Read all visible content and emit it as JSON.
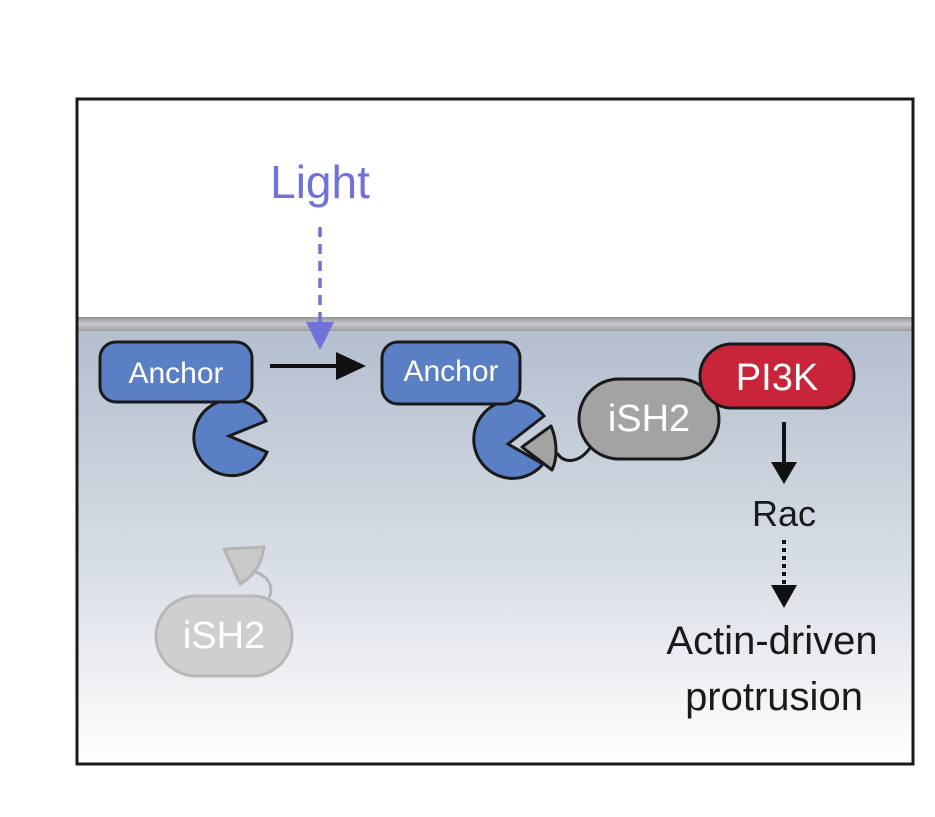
{
  "labels": {
    "light": "Light",
    "anchor_left": "Anchor",
    "anchor_right": "Anchor",
    "ish2_bound": "iSH2",
    "ish2_free": "iSH2",
    "pi3k": "PI3K",
    "rac": "Rac",
    "outcome_line1": "Actin-driven",
    "outcome_line2": "protrusion"
  },
  "colors": {
    "light": "#6f72d8",
    "anchor_fill": "#5a7fc4",
    "anchor_stroke": "#222222",
    "ish2_fill": "#a3a3a3",
    "ish2_free_fill": "#cfcfcf",
    "ish2_free_stroke": "#b8b8b8",
    "pi3k_fill": "#c8243a",
    "membrane": "#a9acae",
    "cytoplasm_top": "#b4bfcf",
    "cytoplasm_bottom": "#ffffff"
  }
}
